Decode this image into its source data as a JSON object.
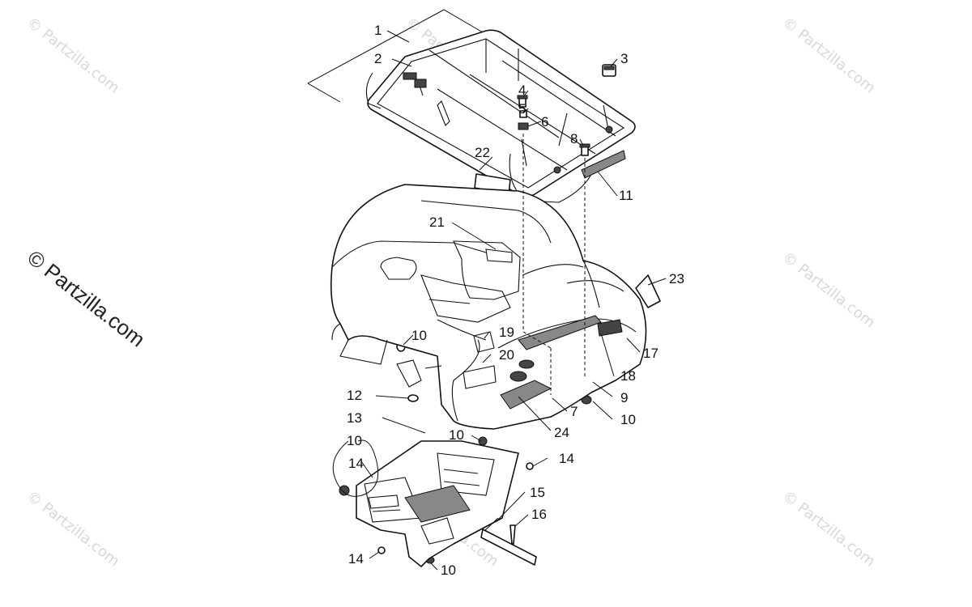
{
  "watermark": {
    "small": "© Partzilla.com",
    "large": "© Partzilla.com"
  },
  "callouts": {
    "c1": "1",
    "c2": "2",
    "c3": "3",
    "c4": "4",
    "c5": "5",
    "c6": "6",
    "c7": "7",
    "c8": "8",
    "c9": "9",
    "c10a": "10",
    "c10b": "10",
    "c10c": "10",
    "c10d": "10",
    "c10e": "10",
    "c11": "11",
    "c12": "12",
    "c13": "13",
    "c14a": "14",
    "c14b": "14",
    "c14c": "14",
    "c15": "15",
    "c16": "16",
    "c17": "17",
    "c18": "18",
    "c19": "19",
    "c20": "20",
    "c21": "21",
    "c22": "22",
    "c23": "23",
    "c24": "24"
  }
}
